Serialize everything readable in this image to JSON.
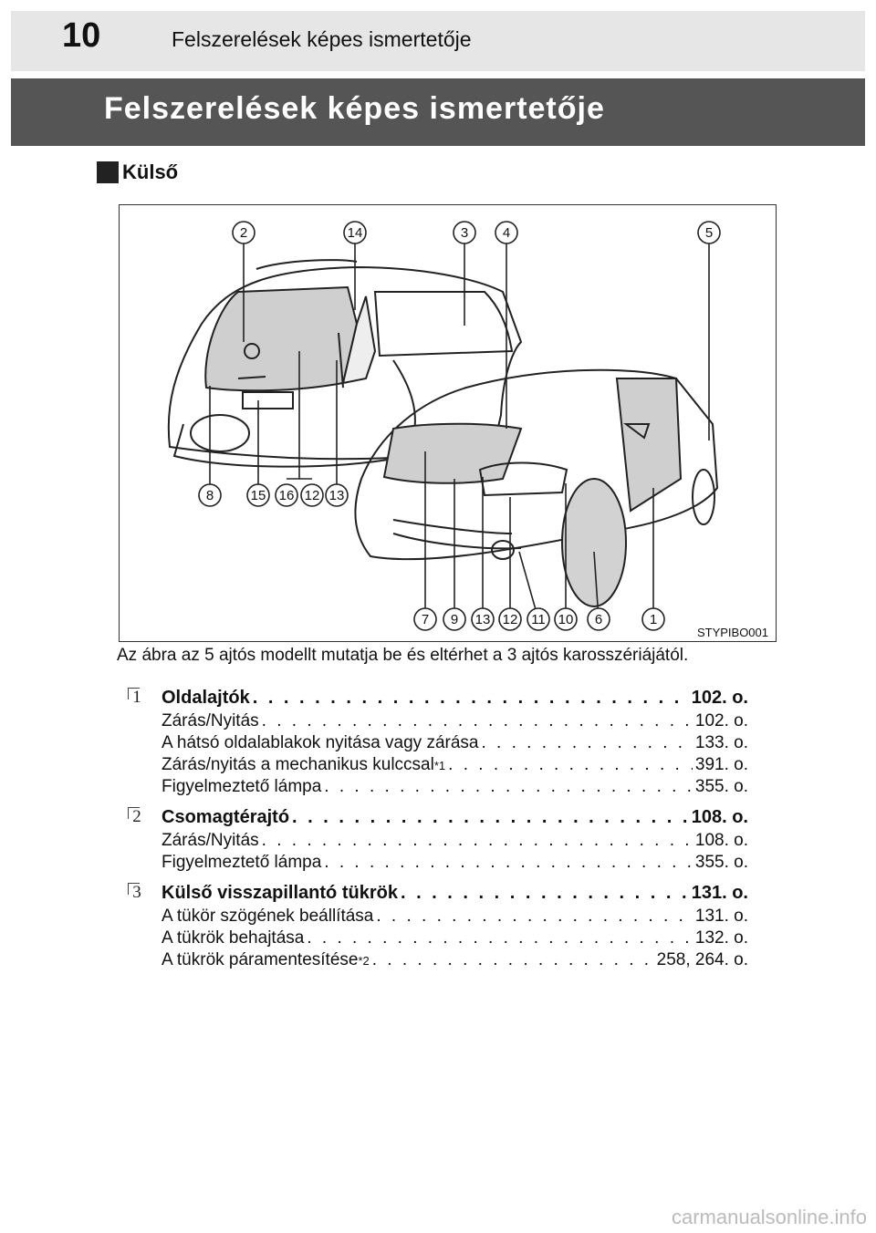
{
  "header": {
    "page_number": "10",
    "running_head": "Felszerelések képes ismertetője",
    "title": "Felszerelések képes ismertetője"
  },
  "section": {
    "label": "Külső"
  },
  "figure": {
    "code": "STYPIBO001",
    "callouts_top": [
      "2",
      "14",
      "3",
      "4",
      "5"
    ],
    "callouts_left": [
      "8",
      "15",
      "16",
      "12",
      "13"
    ],
    "callouts_bottom": [
      "7",
      "9",
      "13",
      "12",
      "11",
      "10",
      "6",
      "1"
    ]
  },
  "caption": "Az ábra az 5 ajtós modellt mutatja be és eltérhet a 3 ajtós karosszériájától.",
  "entries": [
    {
      "number": "1",
      "title": "Oldalajtók",
      "page": "102. o.",
      "items": [
        {
          "label": "Zárás/Nyitás",
          "sup": "",
          "page": "102. o."
        },
        {
          "label": "A hátsó oldalablakok nyitása vagy zárása",
          "sup": "",
          "page": "133. o."
        },
        {
          "label": "Zárás/nyitás a mechanikus kulccsal",
          "sup": "*1",
          "page": "391. o."
        },
        {
          "label": "Figyelmeztető lámpa",
          "sup": "",
          "page": "355. o."
        }
      ]
    },
    {
      "number": "2",
      "title": "Csomagtérajtó",
      "page": "108. o.",
      "items": [
        {
          "label": "Zárás/Nyitás",
          "sup": "",
          "page": "108. o."
        },
        {
          "label": "Figyelmeztető lámpa",
          "sup": "",
          "page": "355. o."
        }
      ]
    },
    {
      "number": "3",
      "title": "Külső visszapillantó tükrök",
      "page": "131. o.",
      "items": [
        {
          "label": "A tükör szögének beállítása",
          "sup": "",
          "page": "131. o."
        },
        {
          "label": "A tükrök behajtása",
          "sup": "",
          "page": "132. o."
        },
        {
          "label": "A tükrök páramentesítése",
          "sup": "*2",
          "page": "258, 264. o."
        }
      ]
    }
  ],
  "watermark": "carmanualsonline.info"
}
